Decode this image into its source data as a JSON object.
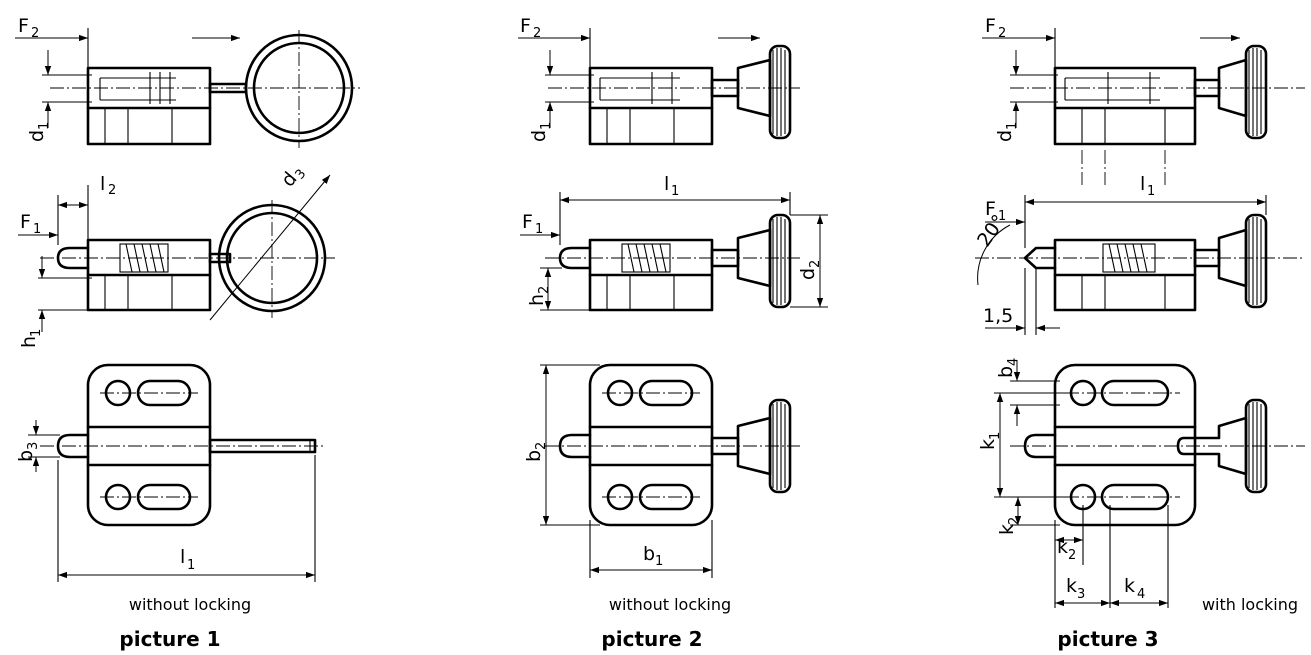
{
  "pictures": [
    {
      "title": "picture 1",
      "caption": "without locking",
      "labels": {
        "f2": "F",
        "f2_sub": "2",
        "f1": "F",
        "f1_sub": "1",
        "d1": "d",
        "d1_sub": "1",
        "l2": "l",
        "l2_sub": "2",
        "d3": "d",
        "d3_sub": "3",
        "h1": "h",
        "h1_sub": "1",
        "b3": "b",
        "b3_sub": "3",
        "l1": "l",
        "l1_sub": "1"
      }
    },
    {
      "title": "picture 2",
      "caption": "without locking",
      "labels": {
        "f2": "F",
        "f2_sub": "2",
        "f1": "F",
        "f1_sub": "1",
        "d1": "d",
        "d1_sub": "1",
        "l1": "l",
        "l1_sub": "1",
        "d2": "d",
        "d2_sub": "2",
        "h2": "h",
        "h2_sub": "2",
        "b2": "b",
        "b2_sub": "2",
        "b1": "b",
        "b1_sub": "1"
      }
    },
    {
      "title": "picture 3",
      "caption": "with locking",
      "labels": {
        "f2": "F",
        "f2_sub": "2",
        "f1": "F",
        "f1_sub": "1",
        "d1": "d",
        "d1_sub": "1",
        "l1": "l",
        "l1_sub": "1",
        "angle": "20°",
        "chamfer": "1,5",
        "b4": "b",
        "b4_sub": "4",
        "k1": "k",
        "k1_sub": "1",
        "k2a": "k",
        "k2a_sub": "2",
        "k2b": "k",
        "k2b_sub": "2",
        "k3": "k",
        "k3_sub": "3",
        "k4": "k",
        "k4_sub": "4"
      }
    }
  ]
}
